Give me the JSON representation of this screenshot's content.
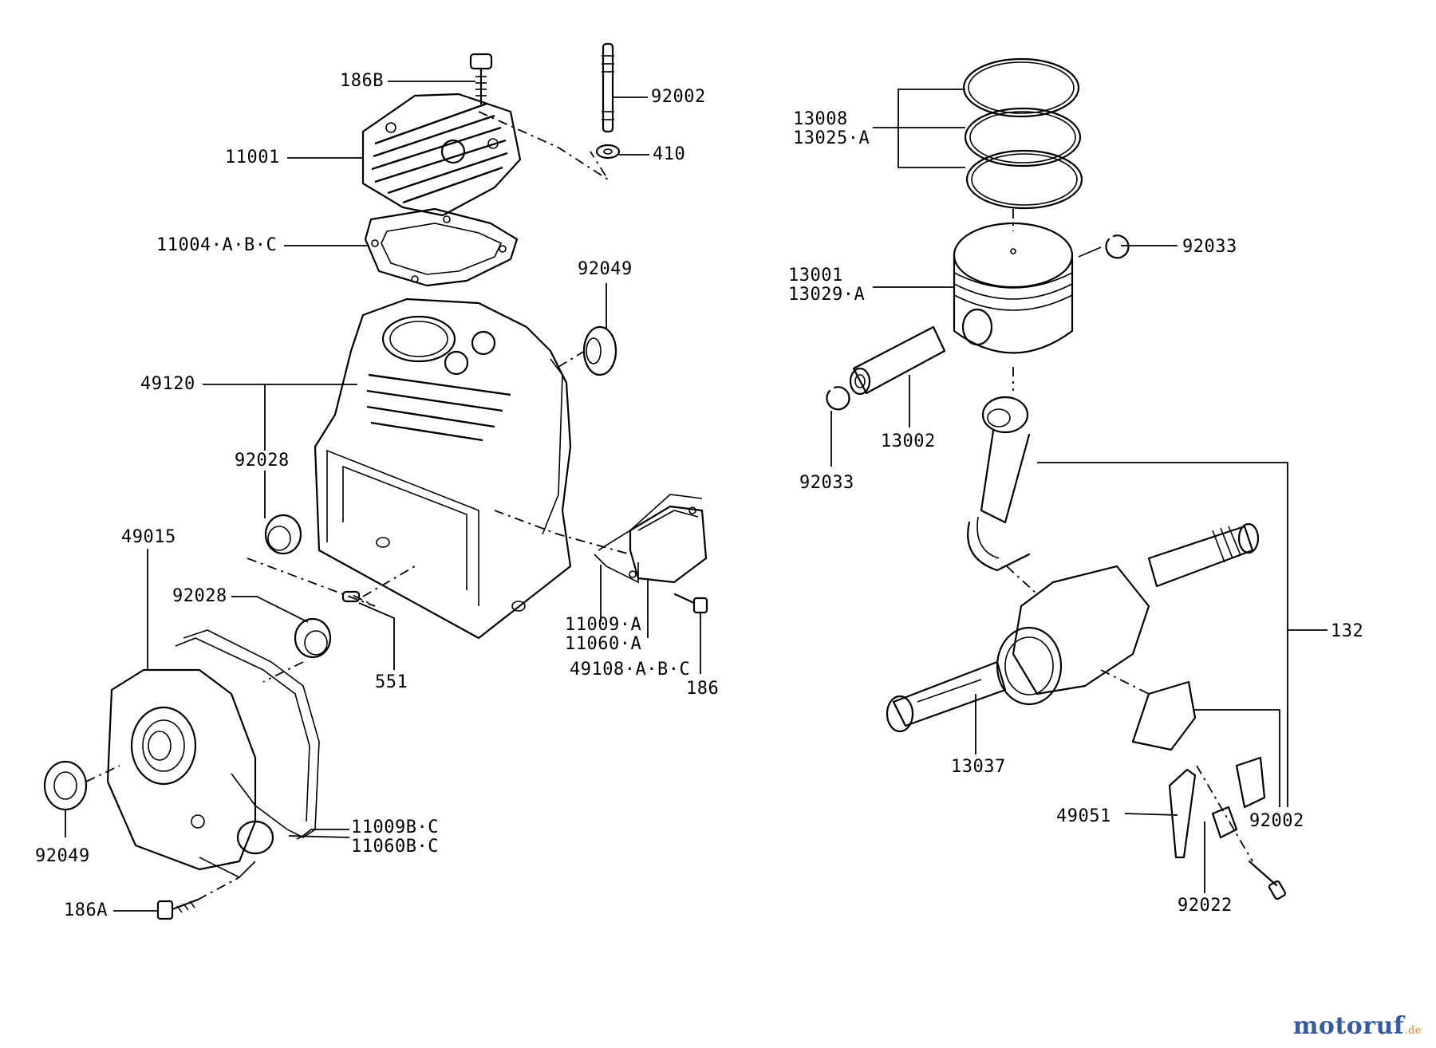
{
  "diagram": {
    "part_labels": [
      "186B",
      "92002",
      "11001",
      "410",
      "11004·A·B·C",
      "92049",
      "49120",
      "92028",
      "49015",
      "92028",
      "551",
      "11009·A",
      "11060·A",
      "49108·A·B·C",
      "186",
      "92049",
      "11009B·C",
      "11060B·C",
      "186A",
      "13008",
      "13025·A",
      "92033",
      "13001",
      "13029·A",
      "92033",
      "13002",
      "132",
      "13037",
      "49051",
      "92002",
      "92022"
    ]
  },
  "watermark": {
    "brand": "motoruf",
    "tld": ".de"
  },
  "colors": {
    "ink": "#000000",
    "watermark_main": "#3a5a9e",
    "watermark_accent": "#e07a1c"
  }
}
